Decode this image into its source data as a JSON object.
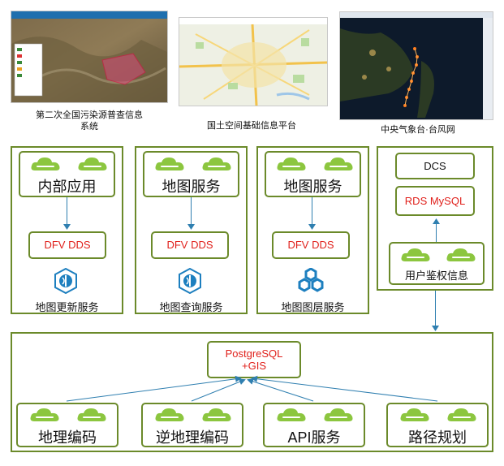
{
  "screenshots": [
    {
      "caption_line1": "第二次全国污染源普查信息",
      "caption_line2": "系统"
    },
    {
      "caption_line1": "国土空间基础信息平台"
    },
    {
      "caption_line1": "中央气象台·台风网"
    }
  ],
  "panels": {
    "internal": {
      "top_label": "内部应用",
      "dfv": "DFV DDS",
      "service": "地图更新服务"
    },
    "map_query": {
      "top_label": "地图服务",
      "dfv": "DFV DDS",
      "service": "地图查询服务"
    },
    "map_layer": {
      "top_label": "地图服务",
      "dfv": "DFV DDS",
      "service": "地图图层服务"
    },
    "right": {
      "dcs": "DCS",
      "rds": "RDS MySQL",
      "auth": "用户鉴权信息"
    }
  },
  "bottom": {
    "db_line1": "PostgreSQL",
    "db_line2": "+GIS",
    "services": [
      "地理编码",
      "逆地理编码",
      "API服务",
      "路径规划"
    ]
  },
  "colors": {
    "border": "#6b8a2a",
    "cloud": "#8cc63f",
    "arrow": "#2f7fb0",
    "red": "#e0201b"
  }
}
